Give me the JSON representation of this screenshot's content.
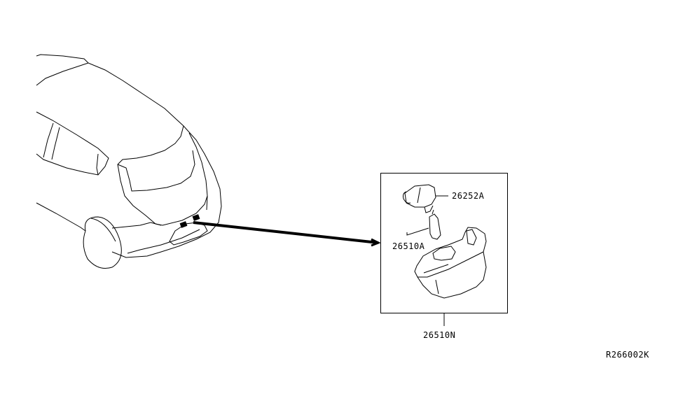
{
  "diagram": {
    "reference_code": "R266002K",
    "vehicle": {
      "description": "rear three-quarter view of hatchback",
      "highlight": "license plate lamp location on rear bumper"
    },
    "detail_box": {
      "title": "license lamp assembly",
      "parts": [
        {
          "part_number": "26252A",
          "description": "socket"
        },
        {
          "part_number": "26510A",
          "description": "bulb"
        },
        {
          "part_number": "26510N",
          "description": "lamp assembly"
        }
      ]
    },
    "colors": {
      "line": "#000000",
      "background": "#ffffff"
    }
  }
}
